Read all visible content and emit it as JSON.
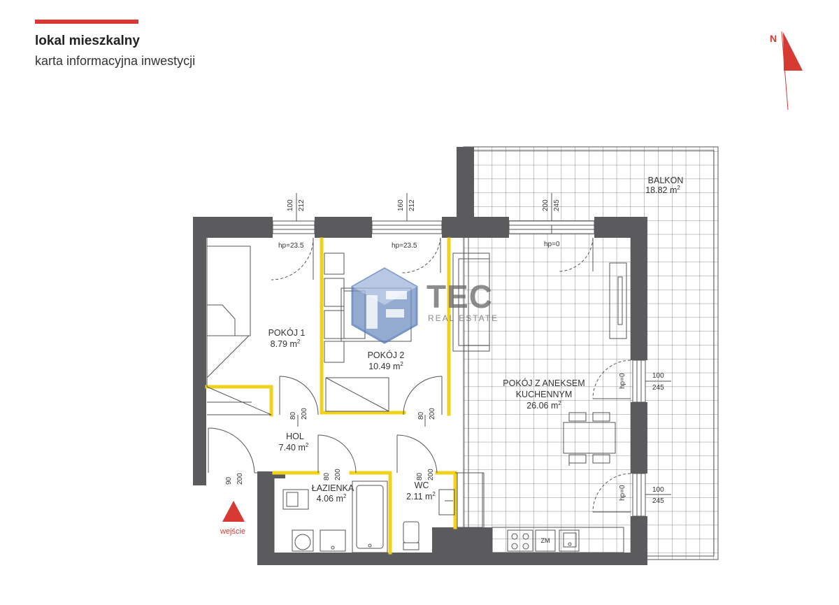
{
  "header": {
    "title": "lokal mieszkalny",
    "subtitle": "karta informacyjna inwestycji"
  },
  "compass": {
    "label": "N"
  },
  "colors": {
    "accent": "#d63a33",
    "wall": "#5b5b5e",
    "partition": "#f0d21c",
    "line": "#555555"
  },
  "rooms": {
    "balkon": {
      "name": "BALKON",
      "area": "18.82 m",
      "sup": "2"
    },
    "pokoj1": {
      "name": "POKÓJ 1",
      "area": "8.79 m",
      "sup": "2"
    },
    "pokoj2": {
      "name": "POKÓJ 2",
      "area": "10.49 m",
      "sup": "2"
    },
    "salon": {
      "name_l1": "POKÓJ Z ANEKSEM",
      "name_l2": "KUCHENNYM",
      "area": "26.06 m",
      "sup": "2"
    },
    "hol": {
      "name": "HOL",
      "area": "7.40 m",
      "sup": "2"
    },
    "lazienka": {
      "name": "ŁAZIENKA",
      "area": "4.06 m",
      "sup": "2"
    },
    "wc": {
      "name": "WC",
      "area": "2.11 m",
      "sup": "2"
    }
  },
  "windows": {
    "w1": {
      "width": "100",
      "height": "212",
      "hp": "hp=23.5"
    },
    "w2": {
      "width": "160",
      "height": "212",
      "hp": "hp=23.5"
    },
    "w3": {
      "width": "200",
      "height": "245",
      "hp": "hp=0"
    },
    "w4": {
      "width": "100",
      "height": "245",
      "hp": "hp=0"
    },
    "w5": {
      "width": "100",
      "height": "245",
      "hp": "hp=0"
    }
  },
  "doors": {
    "d_pokoj1": {
      "width": "80",
      "height": "200"
    },
    "d_pokoj2": {
      "width": "80",
      "height": "200"
    },
    "d_lazienka": {
      "width": "80",
      "height": "200"
    },
    "d_wc": {
      "width": "80",
      "height": "200"
    },
    "d_entry": {
      "width": "90",
      "height": "200"
    }
  },
  "entrance": {
    "label": "wejście"
  },
  "fixtures": {
    "zm": "ZM"
  },
  "logo": {
    "brand": "TEC",
    "tagline": "REAL ESTATE"
  }
}
